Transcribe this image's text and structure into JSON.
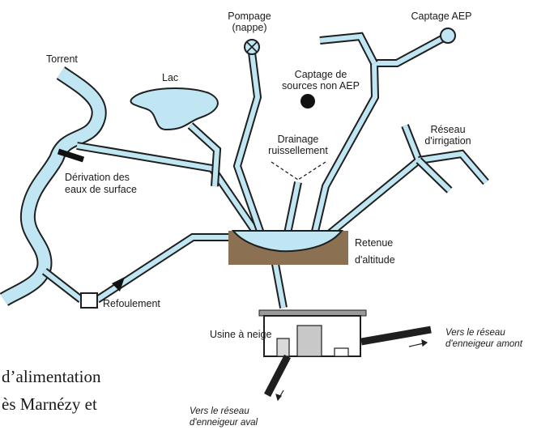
{
  "labels": {
    "pompage": "Pompage",
    "pompage_sub": "(nappe)",
    "captage_aep": "Captage AEP",
    "torrent": "Torrent",
    "lac": "Lac",
    "captage_sources_1": "Captage de",
    "captage_sources_2": "sources non AEP",
    "reseau_1": "Réseau",
    "reseau_2": "d'irrigation",
    "drainage_1": "Drainage",
    "drainage_2": "ruissellement",
    "derivation_1": "Dérivation des",
    "derivation_2": "eaux de surface",
    "retenue_1": "Retenue",
    "retenue_2": "d'altitude",
    "refoulement": "Refoulement",
    "usine": "Usine à neige",
    "amont_1": "Vers le réseau",
    "amont_2": "d'enneigeur amont",
    "aval_1": "Vers le réseau",
    "aval_2": "d'enneigeur aval"
  },
  "caption_fragment": {
    "line1": "d’alimentation",
    "line2": "ès Marnézy et"
  },
  "colors": {
    "water": "#bfe6f2",
    "outline": "#1f1f1f",
    "ground": "#8c7052",
    "building": "#ffffff",
    "door": "#c8c8c8",
    "roof": "#9a9a9a"
  }
}
